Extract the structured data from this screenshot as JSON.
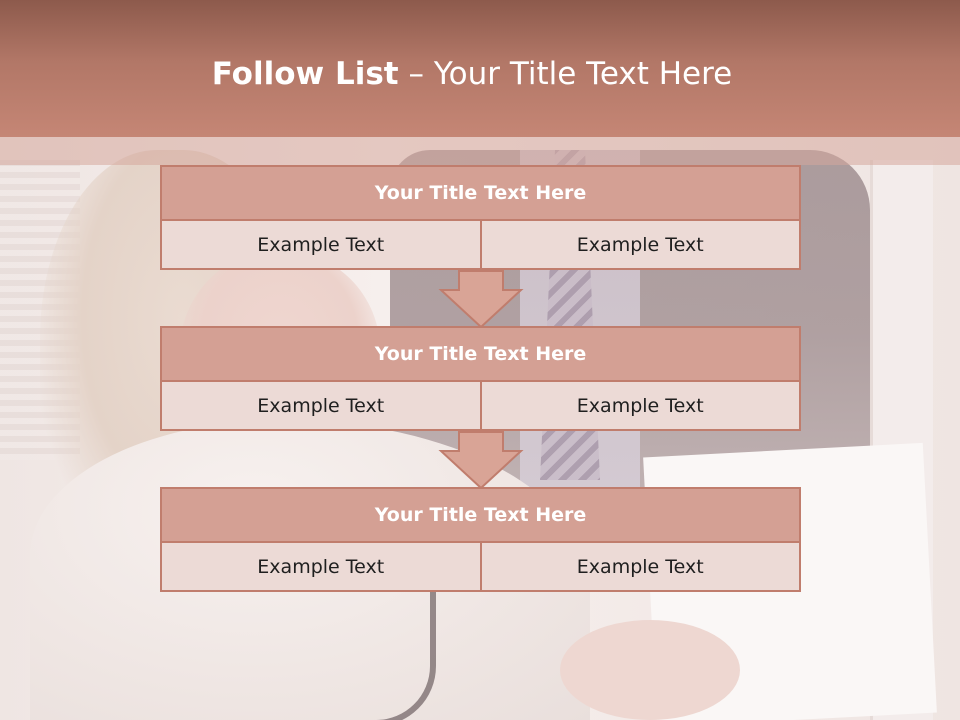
{
  "slide": {
    "title_bold": "Follow List",
    "title_rest": " – Your Title Text Here"
  },
  "blocks": [
    {
      "title": "Your Title Text Here",
      "left": "Example Text",
      "right": "Example Text"
    },
    {
      "title": "Your Title Text Here",
      "left": "Example Text",
      "right": "Example Text"
    },
    {
      "title": "Your Title Text Here",
      "left": "Example Text",
      "right": "Example Text"
    }
  ],
  "colors": {
    "header": "#b27767",
    "block_title": "#d4a094",
    "block_cell": "#ecdad6",
    "border": "#c07d6d"
  },
  "icons": [
    "down-arrow-icon",
    "down-arrow-icon"
  ]
}
